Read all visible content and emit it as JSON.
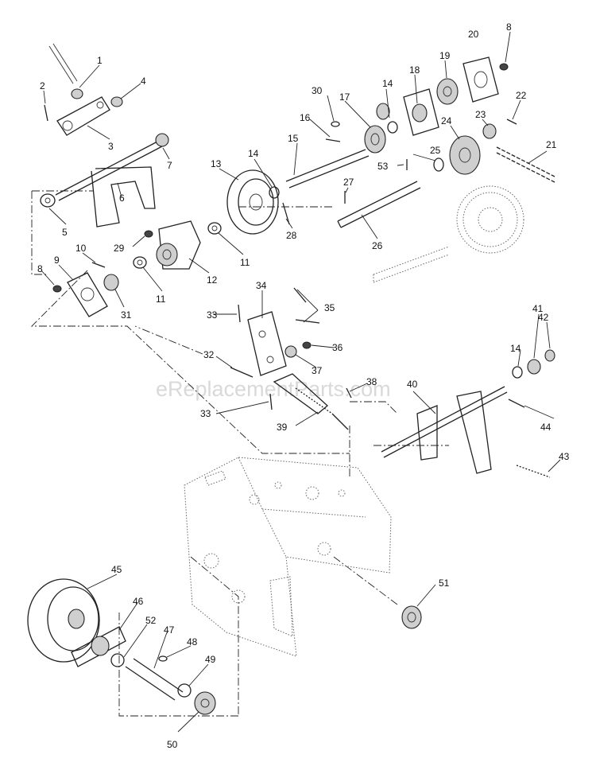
{
  "watermark": "eReplacementParts.com",
  "callouts": [
    {
      "n": "1"
    },
    {
      "n": "2"
    },
    {
      "n": "3"
    },
    {
      "n": "4"
    },
    {
      "n": "5"
    },
    {
      "n": "6"
    },
    {
      "n": "7"
    },
    {
      "n": "8"
    },
    {
      "n": "9"
    },
    {
      "n": "10"
    },
    {
      "n": "11"
    },
    {
      "n": "11"
    },
    {
      "n": "12"
    },
    {
      "n": "13"
    },
    {
      "n": "14"
    },
    {
      "n": "14"
    },
    {
      "n": "14"
    },
    {
      "n": "15"
    },
    {
      "n": "16"
    },
    {
      "n": "17"
    },
    {
      "n": "18"
    },
    {
      "n": "19"
    },
    {
      "n": "20"
    },
    {
      "n": "8"
    },
    {
      "n": "21"
    },
    {
      "n": "22"
    },
    {
      "n": "23"
    },
    {
      "n": "24"
    },
    {
      "n": "25"
    },
    {
      "n": "26"
    },
    {
      "n": "27"
    },
    {
      "n": "28"
    },
    {
      "n": "29"
    },
    {
      "n": "30"
    },
    {
      "n": "31"
    },
    {
      "n": "32"
    },
    {
      "n": "33"
    },
    {
      "n": "33"
    },
    {
      "n": "34"
    },
    {
      "n": "35"
    },
    {
      "n": "36"
    },
    {
      "n": "37"
    },
    {
      "n": "38"
    },
    {
      "n": "39"
    },
    {
      "n": "40"
    },
    {
      "n": "41"
    },
    {
      "n": "42"
    },
    {
      "n": "43"
    },
    {
      "n": "44"
    },
    {
      "n": "45"
    },
    {
      "n": "46"
    },
    {
      "n": "47"
    },
    {
      "n": "48"
    },
    {
      "n": "49"
    },
    {
      "n": "50"
    },
    {
      "n": "51"
    },
    {
      "n": "52"
    },
    {
      "n": "53"
    }
  ]
}
